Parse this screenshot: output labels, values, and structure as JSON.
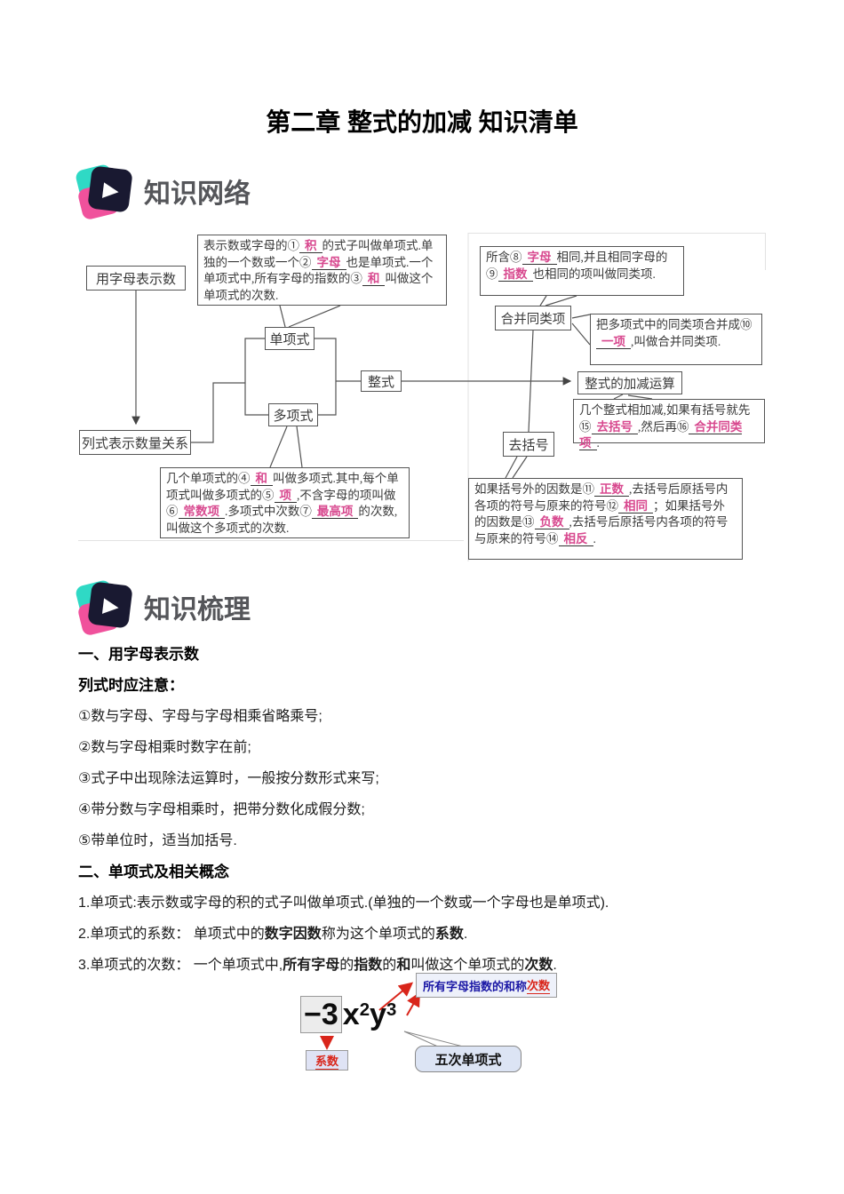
{
  "title": "第二章 整式的加减 知识清单",
  "logos": {
    "network": "知识网络",
    "review": "知识梳理"
  },
  "colors": {
    "answer_pink": "#d8498f",
    "logo_teal": "#2fd9c5",
    "logo_pink": "#f0519c",
    "logo_navy": "#191931",
    "figure_navy": "#1a17a5",
    "figure_red": "#d9251a"
  },
  "diagram": {
    "nodes": {
      "use_letters": "用字母表示数",
      "monomial": "单项式",
      "polynomial": "多项式",
      "integral_expression": "整式",
      "expression_relation": "列式表示数量关系",
      "combine_like_terms": "合并同类项",
      "add_subtract": "整式的加减运算",
      "remove_brackets": "去括号"
    },
    "defs": {
      "monomial_def": [
        {
          "t": "表示数或字母的①"
        },
        {
          "t": "积",
          "s": "blank"
        },
        {
          "t": "的式子叫做单项式.单独的一个数或一个②"
        },
        {
          "t": "字母",
          "s": "blank"
        },
        {
          "t": "也是单项式.一个单项式中,所有字母的指数的③"
        },
        {
          "t": "和",
          "s": "blank"
        },
        {
          "t": "叫做这个单项式的次数."
        }
      ],
      "polynomial_def": [
        {
          "t": "几个单项式的④"
        },
        {
          "t": "和",
          "s": "blank"
        },
        {
          "t": "叫做多项式.其中,每个单项式叫做多项式的⑤"
        },
        {
          "t": "项",
          "s": "blank"
        },
        {
          "t": ",不含字母的项叫做⑥"
        },
        {
          "t": "常数项",
          "s": "blank"
        },
        {
          "t": ".多项式中次数⑦"
        },
        {
          "t": "最高项",
          "s": "blank"
        },
        {
          "t": "的次数,叫做这个多项式的次数."
        }
      ],
      "like_terms_def": [
        {
          "t": "所含⑧"
        },
        {
          "t": "字母",
          "s": "blank"
        },
        {
          "t": "相同,并且相同字母的⑨"
        },
        {
          "t": "指数",
          "s": "blank"
        },
        {
          "t": "也相同的项叫做同类项."
        }
      ],
      "combine_def": [
        {
          "t": "把多项式中的同类项合并成⑩"
        },
        {
          "t": "一项",
          "s": "blank"
        },
        {
          "t": ",叫做合并同类项."
        }
      ],
      "add_sub_def": [
        {
          "t": "几个整式相加减,如果有括号就先⑮"
        },
        {
          "t": "去括号",
          "s": "blank"
        },
        {
          "t": ",然后再⑯"
        },
        {
          "t": "合并同类项",
          "s": "blank"
        },
        {
          "t": "."
        }
      ],
      "brackets_def": [
        {
          "t": "如果括号外的因数是⑪"
        },
        {
          "t": "正数",
          "s": "blank"
        },
        {
          "t": ",去括号后原括号内各项的符号与原来的符号⑫"
        },
        {
          "t": "相同",
          "s": "blank"
        },
        {
          "t": "；如果括号外的因数是⑬"
        },
        {
          "t": "负数",
          "s": "blank"
        },
        {
          "t": ",去括号后原括号内各项的符号与原来的符号⑭"
        },
        {
          "t": "相反",
          "s": "blank"
        },
        {
          "t": "."
        }
      ]
    }
  },
  "sections": {
    "s1": {
      "heading": "一、用字母表示数",
      "sub": "列式时应注意：",
      "items": [
        "①数与字母、字母与字母相乘省略乘号;",
        "②数与字母相乘时数字在前;",
        "③式子中出现除法运算时，一般按分数形式来写;",
        "④带分数与字母相乘时，把带分数化成假分数;",
        "⑤带单位时，适当加括号."
      ]
    },
    "s2": {
      "heading": "二、单项式及相关概念",
      "p1": "1.单项式:表示数或字母的积的式子叫做单项式.(单独的一个数或一个字母也是单项式).",
      "p2": [
        {
          "t": "2.单项式的系数： 单项式中的"
        },
        {
          "t": "数字因数",
          "s": "b"
        },
        {
          "t": "称为这个单项式的"
        },
        {
          "t": "系数",
          "s": "b"
        },
        {
          "t": "."
        }
      ],
      "p3": [
        {
          "t": "3.单项式的次数： 一个单项式中,"
        },
        {
          "t": "所有字母",
          "s": "b"
        },
        {
          "t": "的"
        },
        {
          "t": "指数",
          "s": "b"
        },
        {
          "t": "的"
        },
        {
          "t": "和",
          "s": "b"
        },
        {
          "t": "叫做这个单项式的"
        },
        {
          "t": "次数",
          "s": "b"
        },
        {
          "t": "."
        }
      ]
    }
  },
  "figure": {
    "expression": [
      {
        "t": "−3",
        "s": "boxed"
      },
      {
        "t": "x"
      },
      {
        "t": "2",
        "s": "sup"
      },
      {
        "t": "y"
      },
      {
        "t": "3",
        "s": "sup"
      }
    ],
    "coefficient_label": "系数",
    "degree_note": [
      {
        "t": "所有字母指数的和称",
        "s": "navy"
      },
      {
        "t": "次数",
        "s": "redu"
      }
    ],
    "bubble": "五次单项式"
  }
}
